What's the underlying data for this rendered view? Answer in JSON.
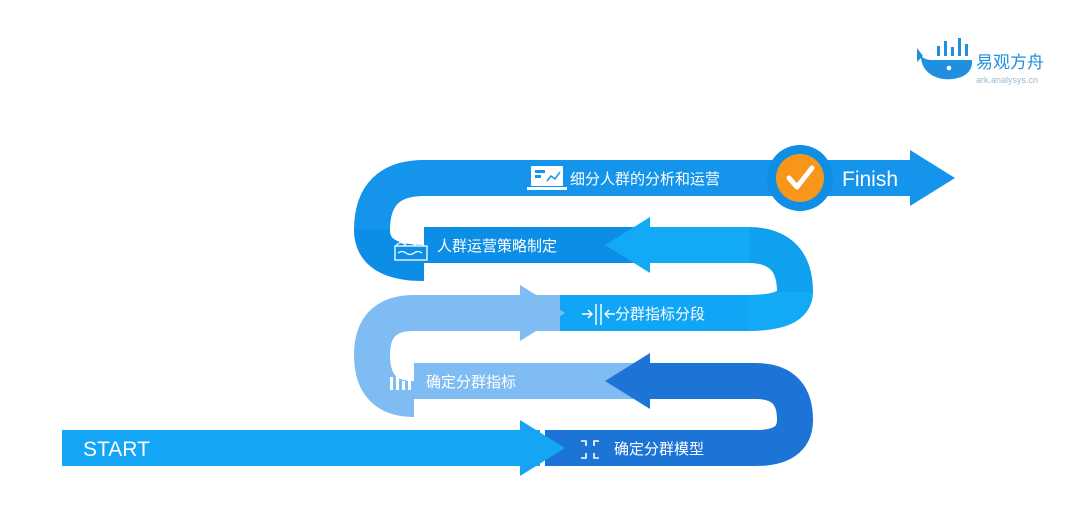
{
  "logo": {
    "name": "易观方舟",
    "url": "ark.analysys.cn"
  },
  "path": {
    "start_label": "START",
    "finish_label": "Finish",
    "steps": [
      {
        "label": "确定分群模型",
        "icon": "scale-corners-icon"
      },
      {
        "label": "确定分群指标",
        "icon": "bar-chart-icon"
      },
      {
        "label": "分群指标分段",
        "icon": "split-arrows-icon"
      },
      {
        "label": "人群运营策略制定",
        "icon": "people-group-icon"
      },
      {
        "label": "细分人群的分析和运营",
        "icon": "dashboard-icon"
      }
    ]
  },
  "colors": {
    "start": "#14a6f5",
    "row1": "#1c74d6",
    "row2": "#7ebcf3",
    "row3": "#12a9f7",
    "row4": "#0f99ea",
    "row5": "#1394ea",
    "check": "#f7961a"
  }
}
